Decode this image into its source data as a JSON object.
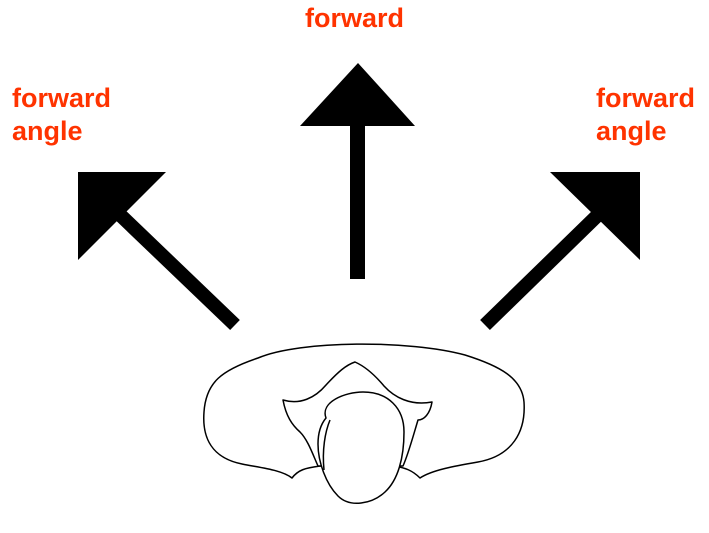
{
  "labels": {
    "forward": "forward",
    "left_line1": "forward",
    "left_line2": "angle",
    "right_line1": "forward",
    "right_line2": "angle"
  },
  "colors": {
    "label": "#ff3300",
    "arrow": "#000000",
    "outline": "#000000",
    "background": "#ffffff"
  },
  "icons": {
    "person": "person-top-view-icon",
    "arrow_forward": "arrow-up-icon",
    "arrow_left": "arrow-up-left-icon",
    "arrow_right": "arrow-up-right-icon"
  }
}
